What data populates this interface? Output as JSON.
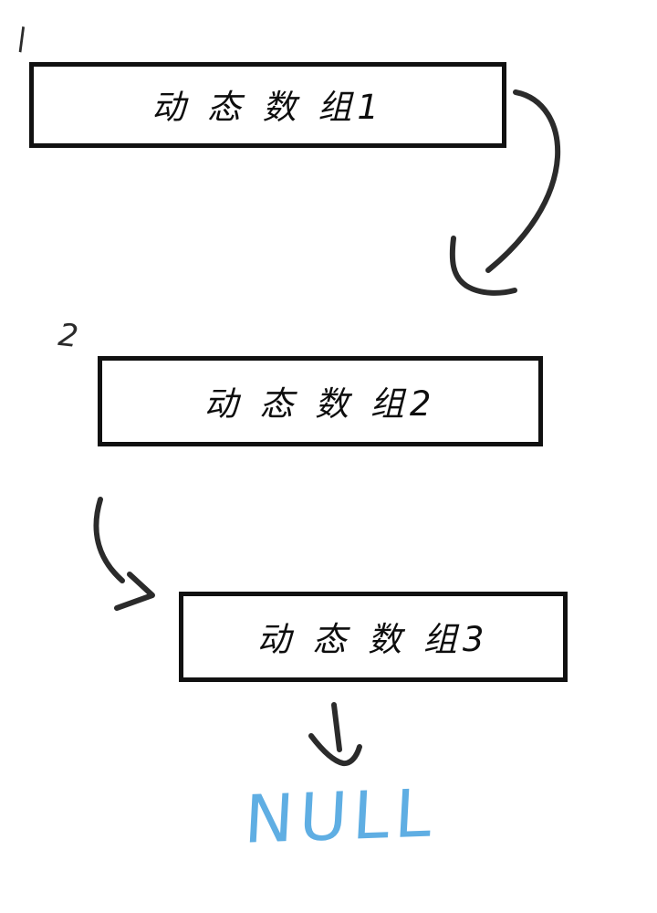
{
  "diagram": {
    "title": "dynamic-array-linked-list-sketch",
    "style": "hand-drawn whiteboard sketch",
    "background_color": "#ffffff",
    "ink_color": "#111111",
    "accent_color": "#5FAEE3"
  },
  "nodes": [
    {
      "id": "node-1",
      "label": "动 态 数 组1",
      "sequence_mark": "\\"
    },
    {
      "id": "node-2",
      "label": "动 态 数 组2",
      "sequence_mark": "2"
    },
    {
      "id": "node-3",
      "label": "动 态 数 组3",
      "sequence_mark": ""
    }
  ],
  "connectors": [
    {
      "id": "connector-1",
      "from": "node-1",
      "to": "node-2",
      "shape": "curved-hook-arrow",
      "color": "#2b2b2b"
    },
    {
      "id": "connector-2",
      "from": "node-2",
      "to": "node-3",
      "shape": "curved-chevron-arrow",
      "color": "#2b2b2b"
    },
    {
      "id": "connector-3",
      "from": "node-3",
      "to": "null-terminator",
      "shape": "straight-down-arrow",
      "color": "#2b2b2b"
    }
  ],
  "terminator": {
    "id": "null-terminator",
    "text": "NULL",
    "color": "#5FAEE3"
  }
}
